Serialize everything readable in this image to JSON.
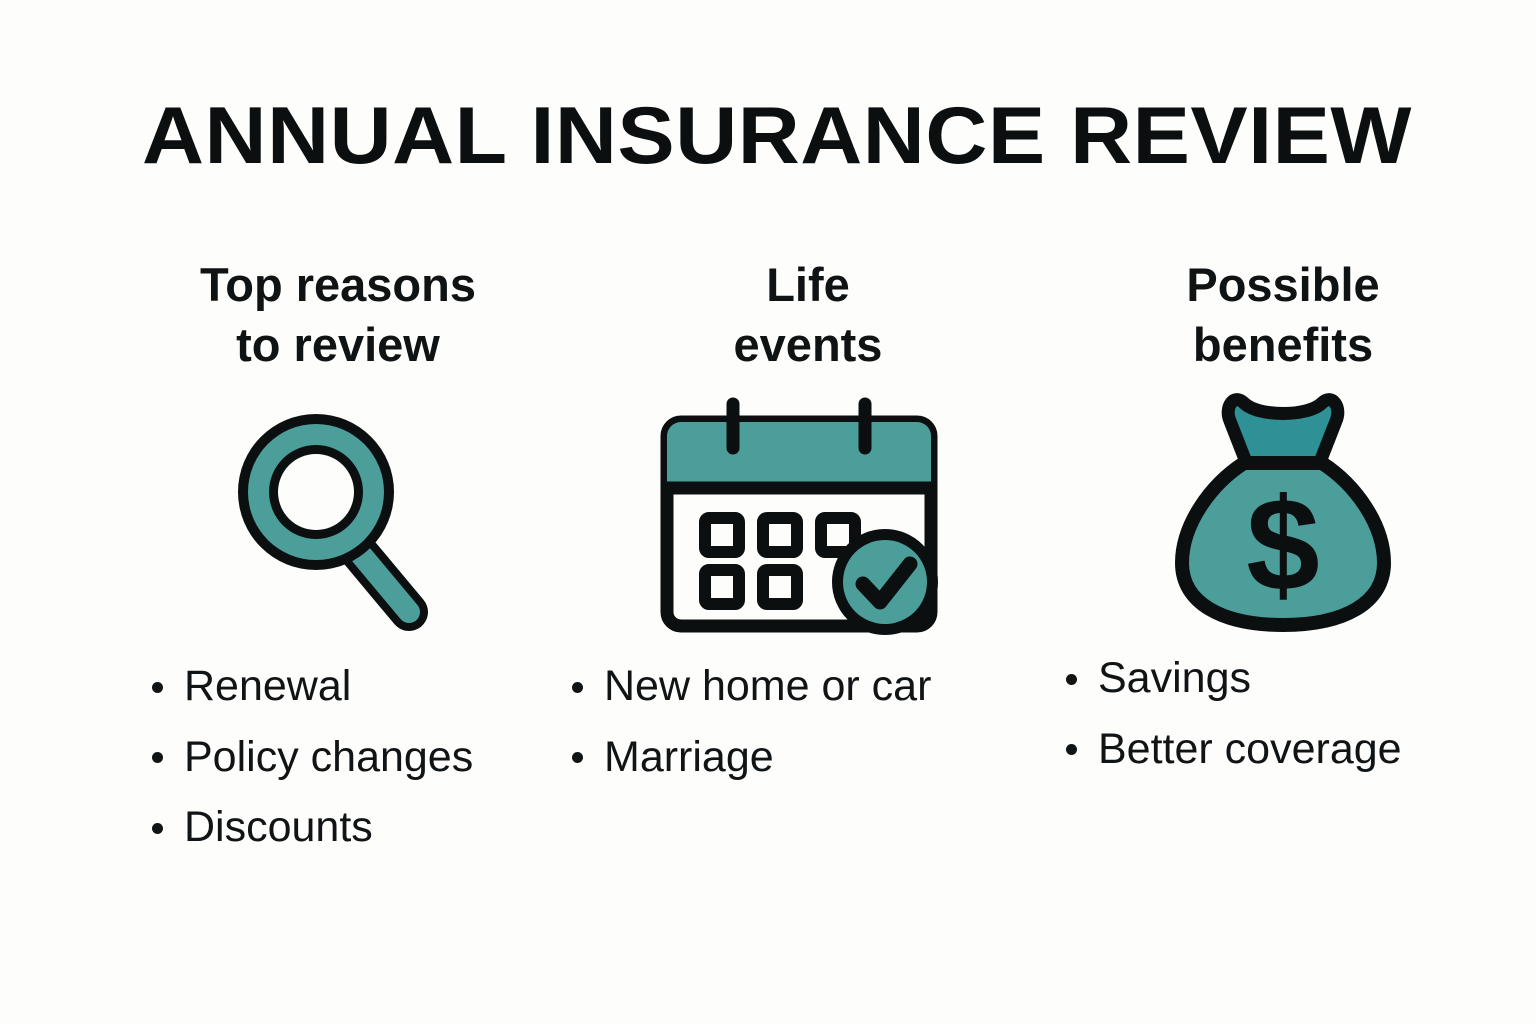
{
  "poster": {
    "title": "ANNUAL INSURANCE REVIEW",
    "background_color": "#fdfdfb",
    "accent_color": "#4c9e9b",
    "accent_dark_color": "#2e9196",
    "outline_color": "#0c0f10",
    "text_color": "#111415"
  },
  "columns": [
    {
      "heading": "Top reasons\nto review",
      "icon": "magnifying-glass-icon",
      "items": [
        {
          "label": "Renewal"
        },
        {
          "label": "Policy changes"
        },
        {
          "label": "Discounts"
        }
      ]
    },
    {
      "heading": "Life\nevents",
      "icon": "calendar-check-icon",
      "items": [
        {
          "label": "New home or car"
        },
        {
          "label": "Marriage"
        }
      ]
    },
    {
      "heading": "Possible\nbenefits",
      "icon": "money-bag-icon",
      "items": [
        {
          "label": "Savings"
        },
        {
          "label": "Better coverage"
        }
      ]
    }
  ]
}
